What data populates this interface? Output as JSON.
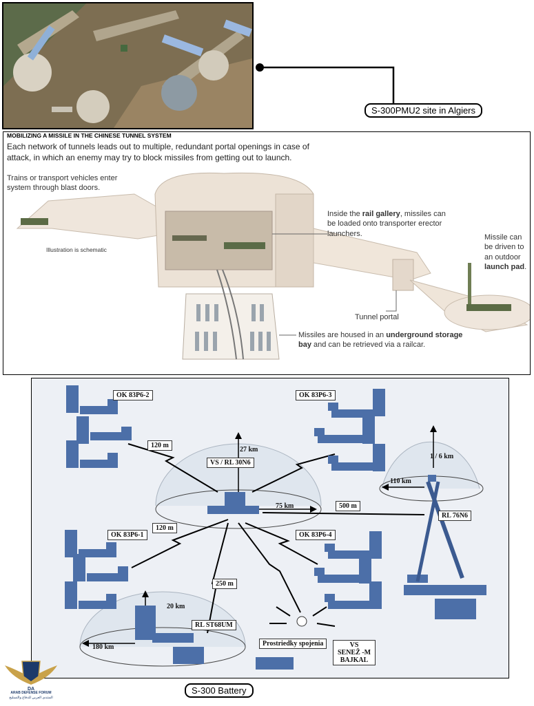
{
  "satellite": {
    "caption": "S-300PMU2 site in Algiers"
  },
  "tunnel": {
    "heading": "MOBILIZING A MISSILE IN THE CHINESE TUNNEL SYSTEM",
    "intro": "Each network of tunnels leads out to multiple, redundant portal openings in case of attack, in which an enemy may try to block missiles from getting out to launch.",
    "trains_note": "Trains or transport vehicles enter system through blast doors.",
    "schematic_note": "Illustration is schematic",
    "rail_pre": "Inside the ",
    "rail_bold": "rail gallery",
    "rail_post": ", missiles can be loaded onto transporter erector launchers.",
    "launch_pre": "Missile can be driven to an outdoor ",
    "launch_bold": "launch pad",
    "launch_post": ".",
    "portal": "Tunnel portal",
    "storage_pre": "Missiles are housed in an ",
    "storage_bold": "underground storage bay",
    "storage_post": " and can be retrieved via a railcar."
  },
  "battery": {
    "caption": "S-300 Battery",
    "ok2": "OK 83P6-2",
    "ok3": "OK 83P6-3",
    "ok1": "OK 83P6-1",
    "ok4": "OK 83P6-4",
    "vs_rl": "VS / RL 30N6",
    "rl76": "RL 76N6",
    "rlst": "RL ST68UM",
    "prostr": "Prostriedky spojenia",
    "vs_senez": "VS\nSENEŽ -M\nBAJKAL",
    "d120a": "120 m",
    "d120b": "120 m",
    "d27": "27 km",
    "d75": "75 km",
    "d500": "500 m",
    "d16": "1 / 6 km",
    "d110": "110 km",
    "d250": "250 m",
    "d20": "20 km",
    "d180": "180 km"
  },
  "logo": {
    "name": "ARAB DEFENSE FORUM",
    "arabic": "المنتدى العربي للدفاع والتسليح"
  }
}
